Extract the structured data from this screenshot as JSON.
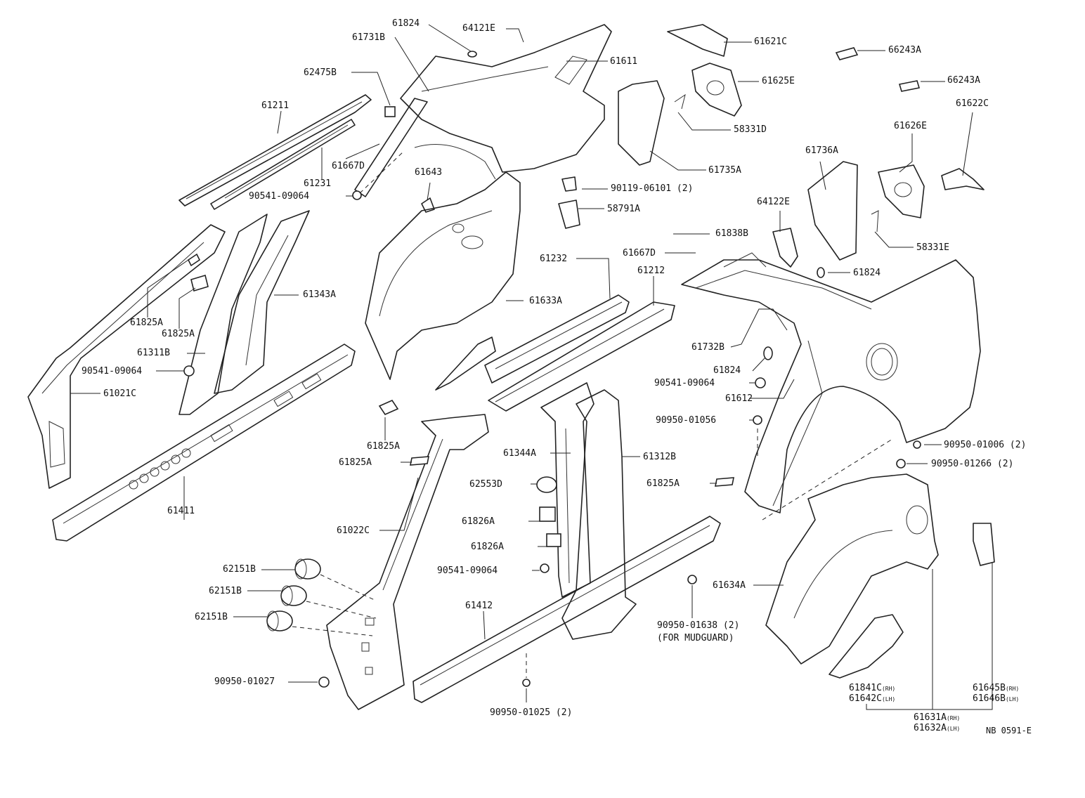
{
  "diagram_ref": "NB 0591-E",
  "labels": {
    "p61824_a": "61824",
    "p64121e": "64121E",
    "p61731b": "61731B",
    "p61611": "61611",
    "p62475b": "62475B",
    "p61211": "61211",
    "p61231": "61231",
    "p61667d_a": "61667D",
    "p90541_a": "90541-09064",
    "p61643": "61643",
    "p90119": "90119-06101 (2)",
    "p58791a": "58791A",
    "p61621c": "61621C",
    "p66243a_a": "66243A",
    "p66243a_b": "66243A",
    "p61625e": "61625E",
    "p61622c": "61622C",
    "p58331d": "58331D",
    "p61626e": "61626E",
    "p61735a": "61735A",
    "p61736a": "61736A",
    "p64122e": "64122E",
    "p58331e": "58331E",
    "p61838b": "61838B",
    "p61667d_b": "61667D",
    "p61824_b": "61824",
    "p61232": "61232",
    "p61212": "61212",
    "p61343a": "61343A",
    "p61633a": "61633A",
    "p61825a_a": "61825A",
    "p61825a_b": "61825A",
    "p61311b": "61311B",
    "p90541_b": "90541-09064",
    "p61021c": "61021C",
    "p61732b": "61732B",
    "p61824_c": "61824",
    "p90541_c": "90541-09064",
    "p61612": "61612",
    "p90950_01056": "90950-01056",
    "p90950_01006": "90950-01006 (2)",
    "p90950_01266": "90950-01266 (2)",
    "p61825a_c": "61825A",
    "p61825a_d": "61825A",
    "p61344a": "61344A",
    "p61312b": "61312B",
    "p61825a_e": "61825A",
    "p62553d": "62553D",
    "p61826a_a": "61826A",
    "p61826a_b": "61826A",
    "p90541_d": "90541-09064",
    "p61411": "61411",
    "p61022c": "61022C",
    "p62151b_a": "62151B",
    "p62151b_b": "62151B",
    "p62151b_c": "62151B",
    "p61412": "61412",
    "p90950_01027": "90950-01027",
    "p90950_01025": "90950-01025 (2)",
    "p90950_01638": "90950-01638 (2)",
    "p_for_mudguard": "(FOR MUDGUARD)",
    "p61634a": "61634A",
    "p61841c": "61841C",
    "p61841c_side": "(RH)",
    "p61642c": "61642C",
    "p61642c_side": "(LH)",
    "p61631a": "61631A",
    "p61631a_side": "(RH)",
    "p61632a": "61632A",
    "p61632a_side": "(LH)",
    "p61645b": "61645B",
    "p61645b_side": "(RH)",
    "p61646b": "61646B",
    "p61646b_side": "(LH)"
  }
}
